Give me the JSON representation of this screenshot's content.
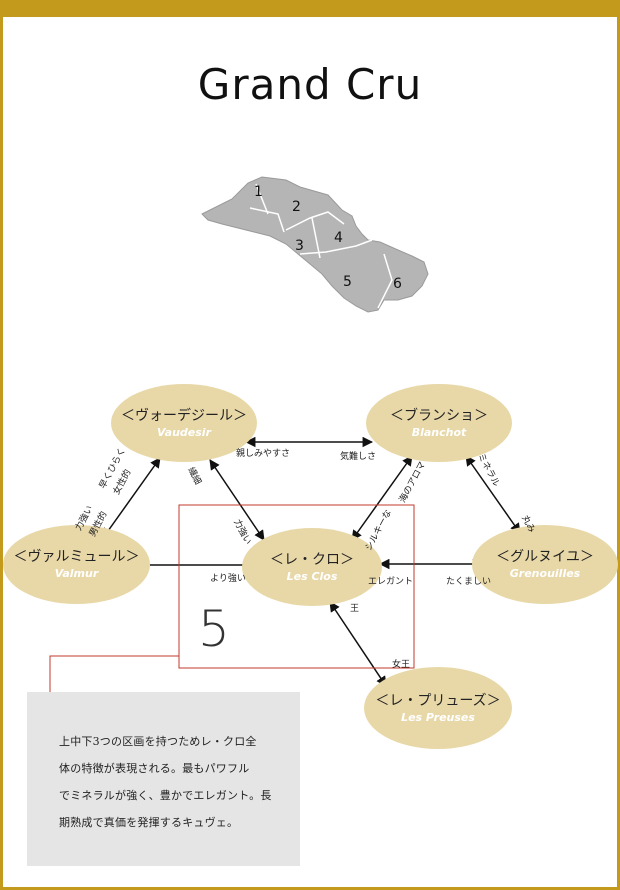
{
  "title": "Grand Cru",
  "map": {
    "labels": [
      "1",
      "2",
      "3",
      "4",
      "5",
      "6"
    ]
  },
  "nodes": {
    "vaudesir": {
      "jp": "＜ヴォーデジール＞",
      "fr": "Vaudesir"
    },
    "blanchot": {
      "jp": "＜ブランショ＞",
      "fr": "Blanchot"
    },
    "valmur": {
      "jp": "＜ヴァルミュール＞",
      "fr": "Valmur"
    },
    "lesclos": {
      "jp": "＜レ・クロ＞",
      "fr": "Les Clos"
    },
    "grenouilles": {
      "jp": "＜グルヌイユ＞",
      "fr": "Grenouilles"
    },
    "preuses": {
      "jp": "＜レ・プリューズ＞",
      "fr": "Les Preuses"
    }
  },
  "edge_labels": {
    "shitashimi": "親しみやすさ",
    "kinan": "気難しさ",
    "hayaku": "早くひらく",
    "joseiteki": "女性的",
    "chikara1": "力強い",
    "danseiteki": "男性的",
    "sensai": "繊細",
    "chikara2": "力強い",
    "yorichikara": "より強い",
    "umi": "海のアロマ",
    "silky": "シルキーな",
    "mineral": "ミネラル",
    "marumi": "丸み",
    "elegant": "エレガント",
    "takumashii": "たくましい",
    "ou": "王",
    "jouou": "女王"
  },
  "highlight_number": "5",
  "note": {
    "lines": [
      "上中下3つの区画を持つためレ・クロ全",
      "体の特徴が表現される。最もパワフル",
      "でミネラルが強く、豊かでエレガント。長",
      "期熟成で真価を発揮するキュヴェ。"
    ]
  },
  "colors": {
    "frame": "#c39a1b",
    "node": "#e8d8a8",
    "highlight": "#c0392b",
    "note_bg": "#e5e5e5",
    "map": "#b5b5b5"
  }
}
